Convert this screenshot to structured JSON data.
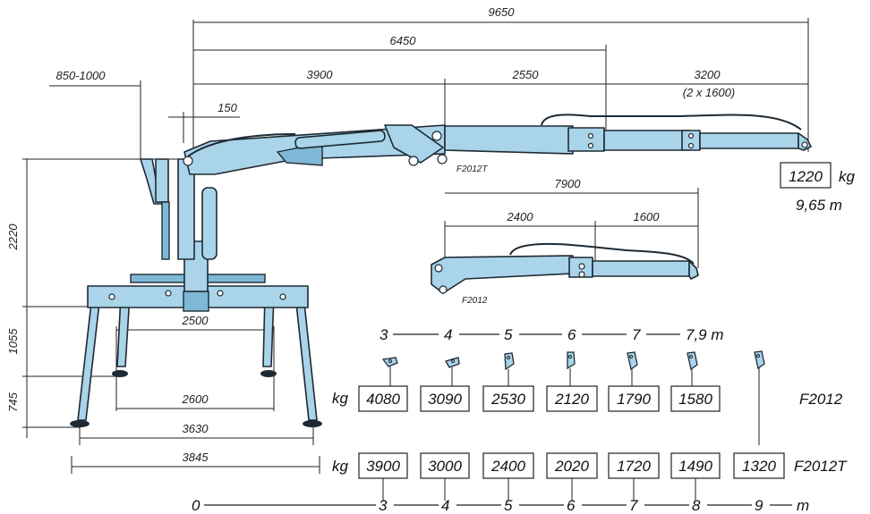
{
  "dimensions": {
    "top": [
      "9650",
      "6450",
      "3900",
      "2550",
      "3200",
      "(2 x 1600)",
      "850-1000",
      "150"
    ],
    "vertical": [
      "2220",
      "1055",
      "745"
    ],
    "base_widths": [
      "2500",
      "2600",
      "3630",
      "3845"
    ],
    "short_boom": [
      "7900",
      "2400",
      "1600"
    ]
  },
  "models": {
    "main": "F2012T",
    "short": "F2012"
  },
  "tip_load": {
    "value": "1220",
    "unit": "kg",
    "reach": "9,65 m"
  },
  "f2012_scale": {
    "ticks": [
      "3",
      "4",
      "5",
      "6",
      "7",
      "7,9 m"
    ]
  },
  "load_table": {
    "unit": "kg",
    "f2012": {
      "label": "F2012",
      "values": [
        "4080",
        "3090",
        "2530",
        "2120",
        "1790",
        "1580"
      ]
    },
    "f2012t": {
      "label": "F2012T",
      "values": [
        "3900",
        "3000",
        "2400",
        "2020",
        "1720",
        "1490",
        "1320"
      ]
    }
  },
  "reach_scale": {
    "ticks": [
      "0",
      "3",
      "4",
      "5",
      "6",
      "7",
      "8",
      "9",
      "m"
    ]
  },
  "colors": {
    "crane_fill": "#a9d4ea",
    "outline": "#1e2a33"
  }
}
